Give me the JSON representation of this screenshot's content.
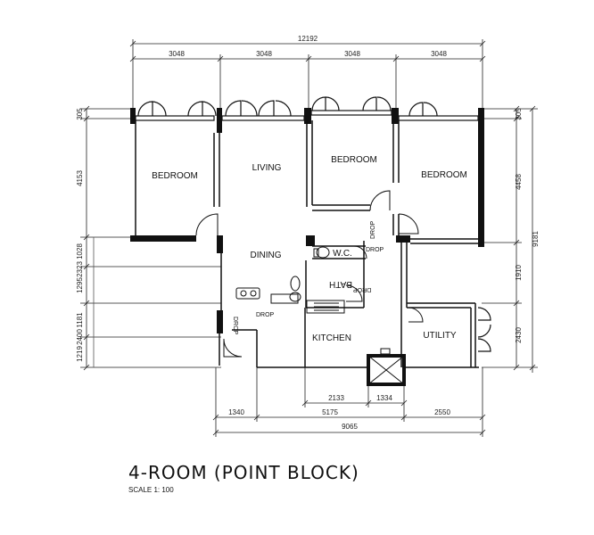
{
  "plan": {
    "title": "4-ROOM (POINT BLOCK)",
    "scale": "SCALE 1: 100",
    "rooms": {
      "bedroom_1": "BEDROOM",
      "living": "LIVING",
      "bedroom_2": "BEDROOM",
      "bedroom_3": "BEDROOM",
      "dining": "DINING",
      "wc": "W.C.",
      "bath": "BATH",
      "kitchen": "KITCHEN",
      "utility": "UTILITY"
    },
    "drops": [
      "DROP",
      "DROP",
      "DROP",
      "DROP",
      "DROP"
    ],
    "dimensions": {
      "top_total": "12192",
      "top_1": "3048",
      "top_2": "3048",
      "top_3": "3048",
      "top_4": "3048",
      "bottom_1": "1340",
      "bottom_2": "5175",
      "bottom_3": "2550",
      "bottom_total": "9065",
      "inner_1": "2133",
      "inner_2": "1334",
      "left_1": "305",
      "left_2": "4153",
      "left_3": "1028",
      "left_4": "2323",
      "left_5": "1295",
      "left_6": "1181",
      "left_7": "2400",
      "left_8": "1219",
      "right_1": "305",
      "right_2": "4458",
      "right_3": "9181",
      "right_4": "1910",
      "right_5": "2430"
    }
  }
}
